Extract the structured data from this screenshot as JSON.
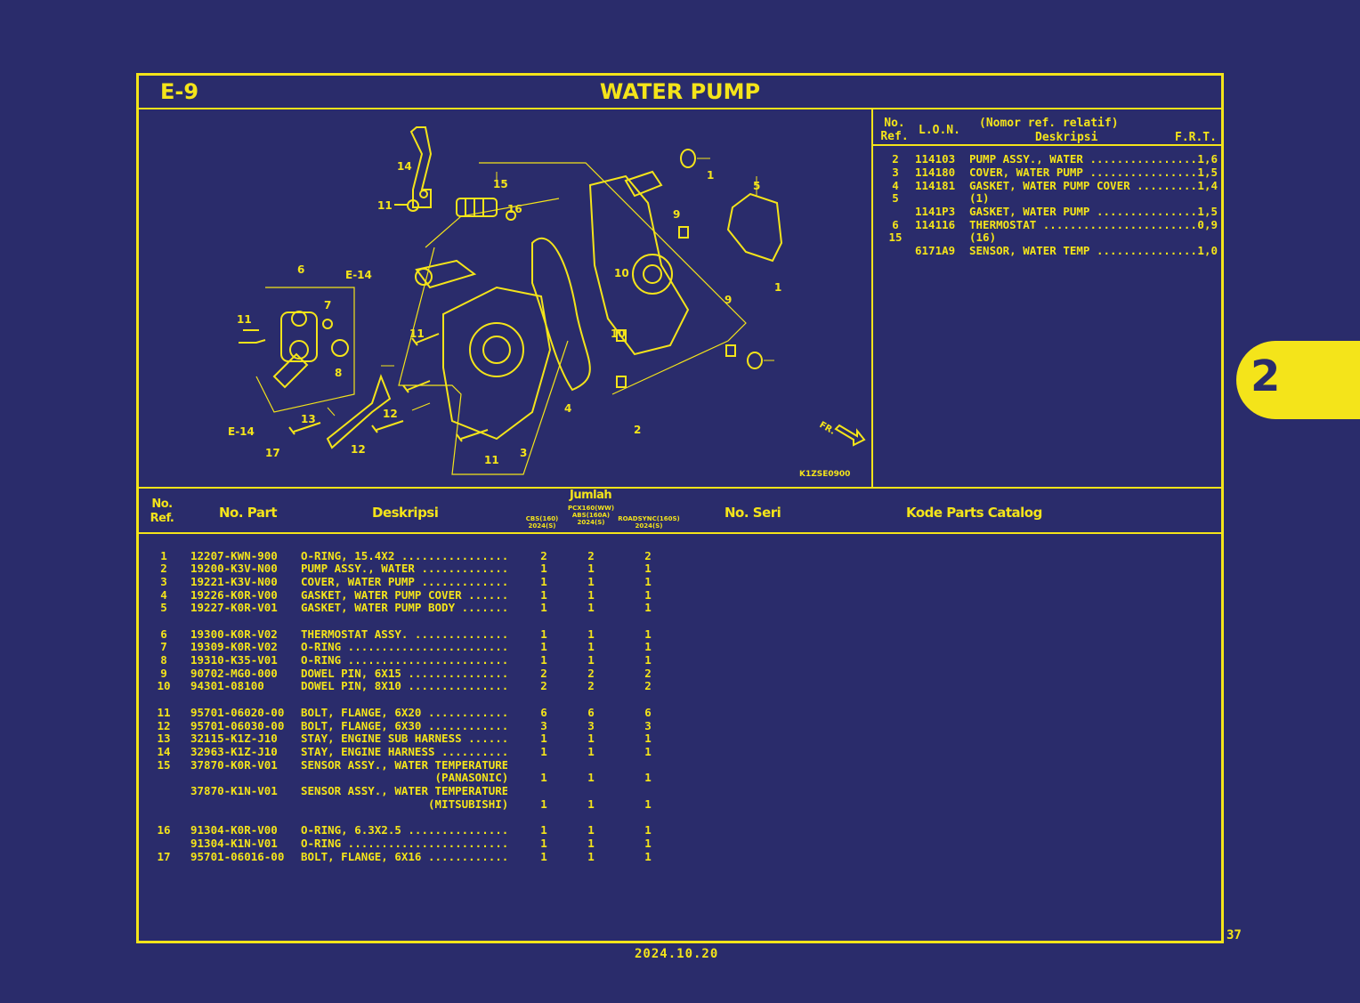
{
  "header": {
    "code": "E-9",
    "title": "WATER PUMP"
  },
  "diagram": {
    "code": "K1ZSE0900",
    "direction": "FR.",
    "labels": [
      "14",
      "11",
      "15",
      "16",
      "1",
      "5",
      "9",
      "6",
      "E-14",
      "7",
      "11",
      "8",
      "10",
      "10",
      "9",
      "1",
      "11",
      "13",
      "12",
      "4",
      "2",
      "E-14",
      "17",
      "12",
      "3",
      "11"
    ]
  },
  "ref_table": {
    "headers": {
      "no_ref": "No.\nRef.",
      "lon": "L.O.N.",
      "desc_top": "(Nomor ref. relatif)",
      "desc": "Deskripsi",
      "frt": "F.R.T."
    },
    "rows": [
      {
        "ref": "2",
        "lon": "114103",
        "desc": "PUMP ASSY., WATER ................",
        "frt": "1,6"
      },
      {
        "ref": "3",
        "lon": "114180",
        "desc": "COVER, WATER PUMP ................",
        "frt": "1,5"
      },
      {
        "ref": "4",
        "lon": "114181",
        "desc": "GASKET, WATER PUMP COVER .........",
        "frt": "1,4"
      },
      {
        "ref": "5",
        "lon": "",
        "desc": "(1)",
        "frt": ""
      },
      {
        "ref": "",
        "lon": "1141P3",
        "desc": "GASKET, WATER PUMP ...............",
        "frt": "1,5"
      },
      {
        "ref": "6",
        "lon": "114116",
        "desc": "THERMOSTAT .......................",
        "frt": "0,9"
      },
      {
        "ref": "15",
        "lon": "",
        "desc": "(16)",
        "frt": ""
      },
      {
        "ref": "",
        "lon": "6171A9",
        "desc": "SENSOR, WATER TEMP ...............",
        "frt": "1,0"
      }
    ]
  },
  "parts_table": {
    "headers": {
      "no_ref": "No.\nRef.",
      "no_part": "No. Part",
      "desc": "Deskripsi",
      "jumlah": "Jumlah",
      "model1": "CBS(160)\n2024(S)",
      "model2": "PCX160(WW)\nABS(160A)\n2024(S)",
      "model3": "ROADSYNC(160S)\n2024(S)",
      "model_group": "PCX160(WW)",
      "no_seri": "No. Seri",
      "kode": "Kode Parts Catalog"
    },
    "rows": [
      {
        "ref": "1",
        "part": "12207-KWN-900",
        "desc": "O-RING, 15.4X2 ..................",
        "q1": "2",
        "q2": "2",
        "q3": "2"
      },
      {
        "ref": "2",
        "part": "19200-K3V-N00",
        "desc": "PUMP ASSY., WATER ...............",
        "q1": "1",
        "q2": "1",
        "q3": "1"
      },
      {
        "ref": "3",
        "part": "19221-K3V-N00",
        "desc": "COVER, WATER PUMP ...............",
        "q1": "1",
        "q2": "1",
        "q3": "1"
      },
      {
        "ref": "4",
        "part": "19226-K0R-V00",
        "desc": "GASKET, WATER PUMP COVER ........",
        "q1": "1",
        "q2": "1",
        "q3": "1"
      },
      {
        "ref": "5",
        "part": "19227-K0R-V01",
        "desc": "GASKET, WATER PUMP BODY .........",
        "q1": "1",
        "q2": "1",
        "q3": "1"
      },
      {
        "ref": "6",
        "part": "19300-K0R-V02",
        "desc": "THERMOSTAT ASSY. ................",
        "q1": "1",
        "q2": "1",
        "q3": "1"
      },
      {
        "ref": "7",
        "part": "19309-K0R-V02",
        "desc": "O-RING ..........................",
        "q1": "1",
        "q2": "1",
        "q3": "1"
      },
      {
        "ref": "8",
        "part": "19310-K35-V01",
        "desc": "O-RING ..........................",
        "q1": "1",
        "q2": "1",
        "q3": "1"
      },
      {
        "ref": "9",
        "part": "90702-MG0-000",
        "desc": "DOWEL PIN, 6X15 .................",
        "q1": "2",
        "q2": "2",
        "q3": "2"
      },
      {
        "ref": "10",
        "part": "94301-08100",
        "desc": "DOWEL PIN, 8X10 .................",
        "q1": "2",
        "q2": "2",
        "q3": "2"
      },
      {
        "ref": "11",
        "part": "95701-06020-00",
        "desc": "BOLT, FLANGE, 6X20 ..............",
        "q1": "6",
        "q2": "6",
        "q3": "6"
      },
      {
        "ref": "12",
        "part": "95701-06030-00",
        "desc": "BOLT, FLANGE, 6X30 ..............",
        "q1": "3",
        "q2": "3",
        "q3": "3"
      },
      {
        "ref": "13",
        "part": "32115-K1Z-J10",
        "desc": "STAY, ENGINE SUB HARNESS ........",
        "q1": "1",
        "q2": "1",
        "q3": "1"
      },
      {
        "ref": "14",
        "part": "32963-K1Z-J10",
        "desc": "STAY, ENGINE HARNESS ............",
        "q1": "1",
        "q2": "1",
        "q3": "1"
      },
      {
        "ref": "15",
        "part": "37870-K0R-V01",
        "desc": "SENSOR ASSY., WATER TEMPERATURE",
        "q1": "",
        "q2": "",
        "q3": ""
      },
      {
        "ref": "",
        "part": "",
        "desc": "                    (PANASONIC)",
        "q1": "1",
        "q2": "1",
        "q3": "1"
      },
      {
        "ref": "",
        "part": "37870-K1N-V01",
        "desc": "SENSOR ASSY., WATER TEMPERATURE",
        "q1": "",
        "q2": "",
        "q3": ""
      },
      {
        "ref": "",
        "part": "",
        "desc": "                   (MITSUBISHI)",
        "q1": "1",
        "q2": "1",
        "q3": "1"
      },
      {
        "ref": "16",
        "part": "91304-K0R-V00",
        "desc": "O-RING, 6.3X2.5 .................",
        "q1": "1",
        "q2": "1",
        "q3": "1"
      },
      {
        "ref": "",
        "part": "91304-K1N-V01",
        "desc": "O-RING ..........................",
        "q1": "1",
        "q2": "1",
        "q3": "1"
      },
      {
        "ref": "17",
        "part": "95701-06016-00",
        "desc": "BOLT, FLANGE, 6X16 ..............",
        "q1": "1",
        "q2": "1",
        "q3": "1"
      }
    ]
  },
  "side_tab": "2",
  "page_number": "37",
  "date": "2024.10.20",
  "colors": {
    "background": "#2a2c6b",
    "accent": "#f4e41a"
  }
}
